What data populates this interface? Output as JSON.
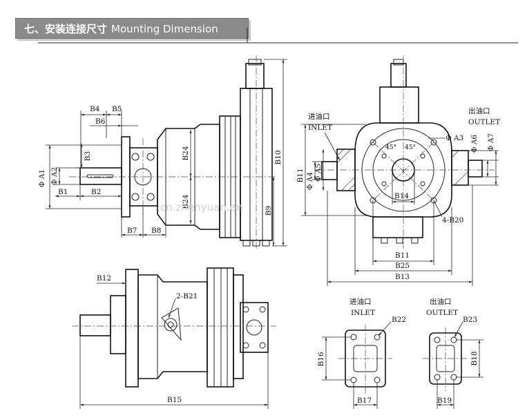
{
  "header": {
    "title_cn": "七、安装连接尺寸",
    "title_en": "Mounting Dimension"
  },
  "watermark": "cn.zhenyuan.en",
  "labels": {
    "b4": "B4",
    "b5": "B5",
    "b6": "B6",
    "b3": "B3",
    "a1": "Φ A1",
    "a2": "Φ A2",
    "b1": "B1",
    "b2": "B2",
    "b7": "B7",
    "b8": "B8",
    "b24_top": "B24",
    "b24_bot": "B24",
    "b10": "B10",
    "b9": "B9",
    "inlet_cn": "进油口",
    "inlet_en": "INLET",
    "outlet_cn": "出油口",
    "outlet_en": "OUTLET",
    "a3": "Φ A3",
    "a6": "Φ A6",
    "a7": "Φ A7",
    "b11_left": "B11",
    "a4": "Φ A4",
    "a5": "Φ A5",
    "angle1": "45°",
    "angle2": "45°",
    "b14": "B14",
    "b20": "4-B20",
    "b11_bottom": "B11",
    "b25": "B25",
    "b13": "B13",
    "b12": "B12",
    "b21": "2-B21",
    "b15": "B15",
    "inlet2_cn": "进油口",
    "inlet2_en": "INLET",
    "b22": "B22",
    "b16": "B16",
    "b17": "B17",
    "outlet2_cn": "出油口",
    "outlet2_en": "OUTLET",
    "b23": "B23",
    "b18": "B18",
    "b19": "B19"
  },
  "icons": {
    "hatch": "section-hatch",
    "bolt": "bolt-hole-icon"
  }
}
